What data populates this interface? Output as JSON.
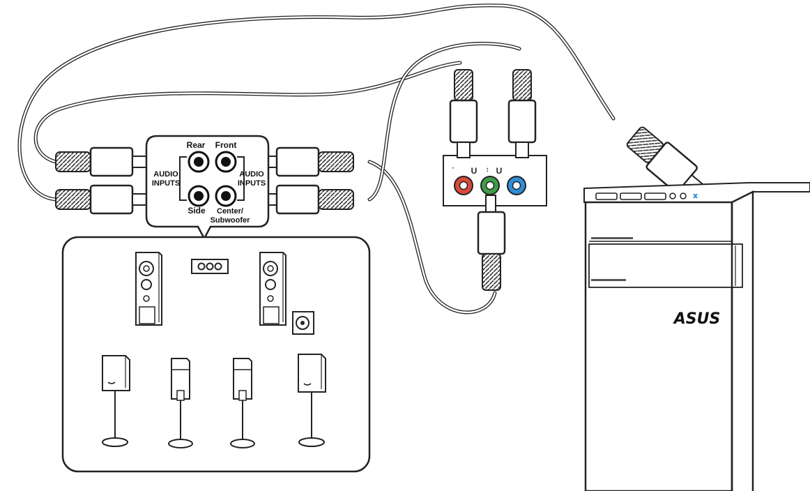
{
  "callout": {
    "rear_label": "Rear",
    "front_label": "Front",
    "side_label": "Side",
    "center_line1": "Center/",
    "center_line2": "Subwoofer",
    "audio_inputs_left": [
      "AUDIO",
      "INPUTS"
    ],
    "audio_inputs_right": [
      "AUDIO",
      "INPUTS"
    ]
  },
  "audio_panel": {
    "jack_colors": [
      "#d94a3a",
      "#3e9e4a",
      "#2e8fd6"
    ]
  },
  "pc": {
    "brand_label": "ASUS"
  }
}
